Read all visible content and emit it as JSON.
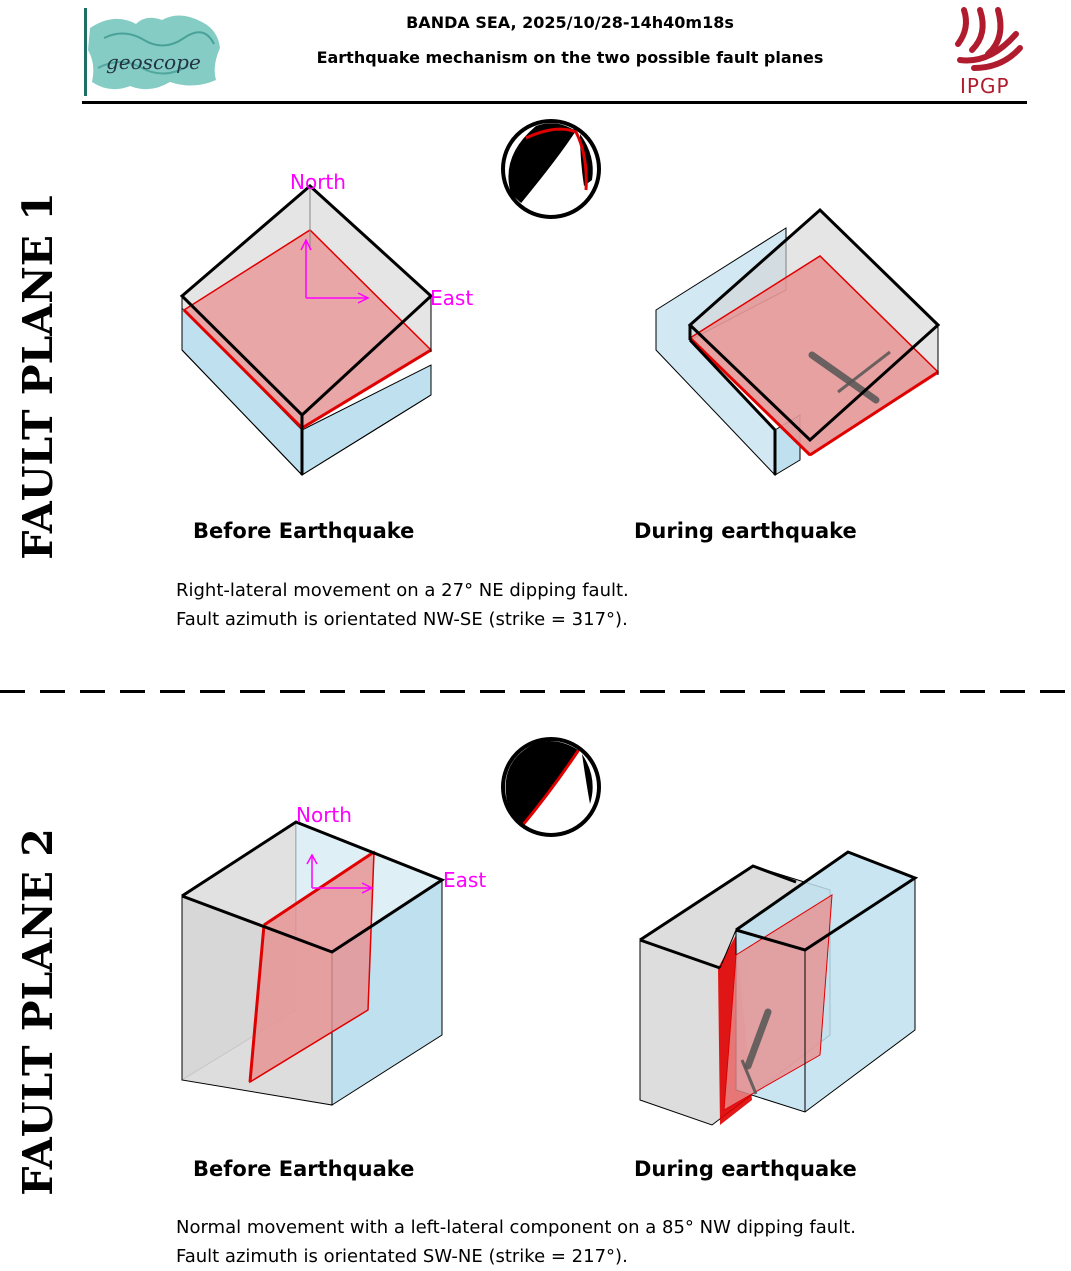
{
  "header": {
    "title": "BANDA SEA, 2025/10/28-14h40m18s",
    "subtitle": "Earthquake mechanism on the two possible fault planes",
    "logo_left_text": "geoscope",
    "logo_right_text": "IPGP"
  },
  "colors": {
    "fault": "#e00000",
    "fault_fill": "#e89090",
    "block_grey": "#d4d4d4",
    "block_blue": "#bfe0ee",
    "direction": "#ff00ff",
    "logo_left": "#5cbcb0",
    "logo_right": "#b01c2e"
  },
  "sections": [
    {
      "label": "FAULT PLANE 1",
      "north_label": "North",
      "east_label": "East",
      "before_caption": "Before Earthquake",
      "during_caption": "During earthquake",
      "description_line1": "Right-lateral movement on a 27° NE dipping fault.",
      "description_line2": "Fault azimuth is orientated NW-SE (strike = 317°)."
    },
    {
      "label": "FAULT PLANE 2",
      "north_label": "North",
      "east_label": "East",
      "before_caption": "Before Earthquake",
      "during_caption": "During earthquake",
      "description_line1": "Normal movement with a left-lateral component on a 85° NW dipping fault.",
      "description_line2": "Fault azimuth is orientated SW-NE (strike = 217°)."
    }
  ]
}
